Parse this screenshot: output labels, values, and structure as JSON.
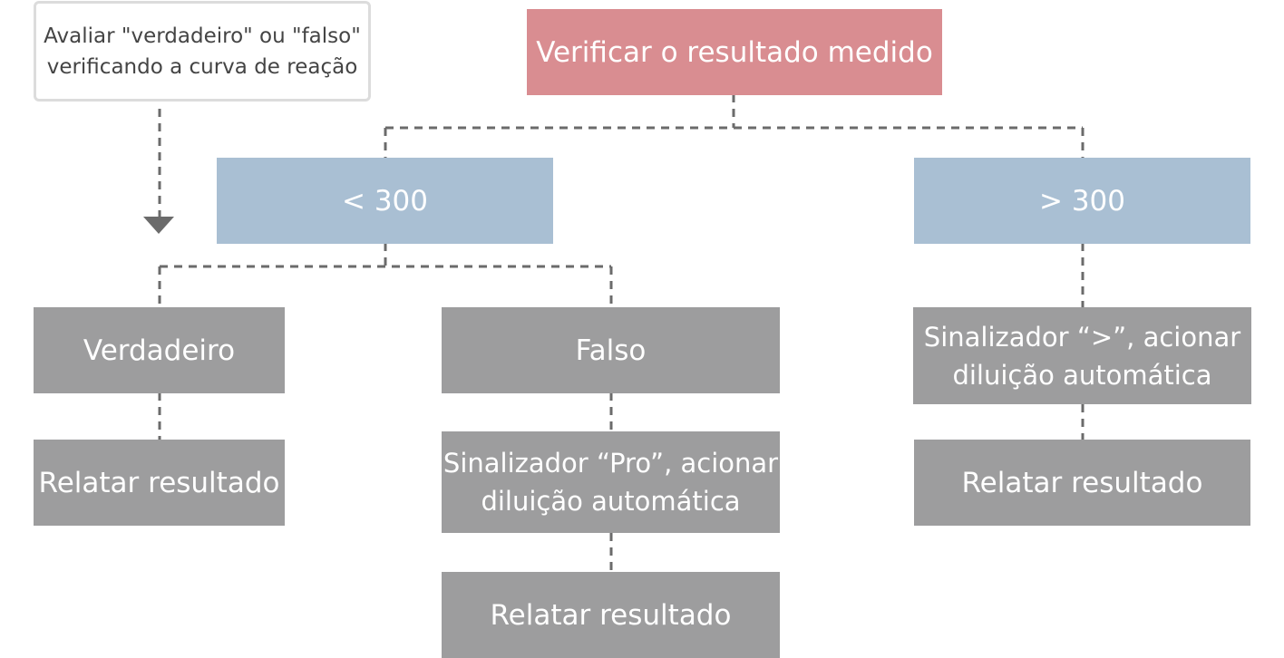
{
  "note": {
    "line1": "Avaliar \"verdadeiro\" ou \"falso\"",
    "line2": "verificando a curva de reação"
  },
  "nodes": {
    "root": {
      "label": "Verificar o resultado medido"
    },
    "less_than": {
      "label": "< 300"
    },
    "greater_than": {
      "label": "> 300"
    },
    "true_branch": {
      "label": "Verdadeiro"
    },
    "false_branch": {
      "label": "Falso"
    },
    "report_true": {
      "label": "Relatar resultado"
    },
    "pro_flag": {
      "line1": "Sinalizador “Pro”, acionar",
      "line2": "diluição automática"
    },
    "report_false": {
      "label": "Relatar resultado"
    },
    "gt_flag": {
      "line1": "Sinalizador “>”, acionar",
      "line2": "diluição automática"
    },
    "report_gt": {
      "label": "Relatar resultado"
    }
  },
  "colors": {
    "root": "#d98d91",
    "condition": "#a9bfd3",
    "action": "#9d9d9e",
    "connector": "#6b6b6b"
  }
}
